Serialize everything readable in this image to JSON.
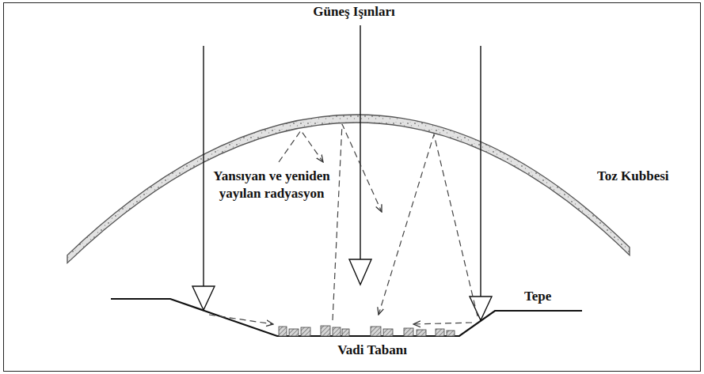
{
  "diagram": {
    "labels": [
      "Güneş Işınları",
      "Toz Kubbesi",
      "Yansıyan ve yeniden yayılan radyasyon",
      "Tepe",
      "Vadi Tabanı"
    ]
  }
}
